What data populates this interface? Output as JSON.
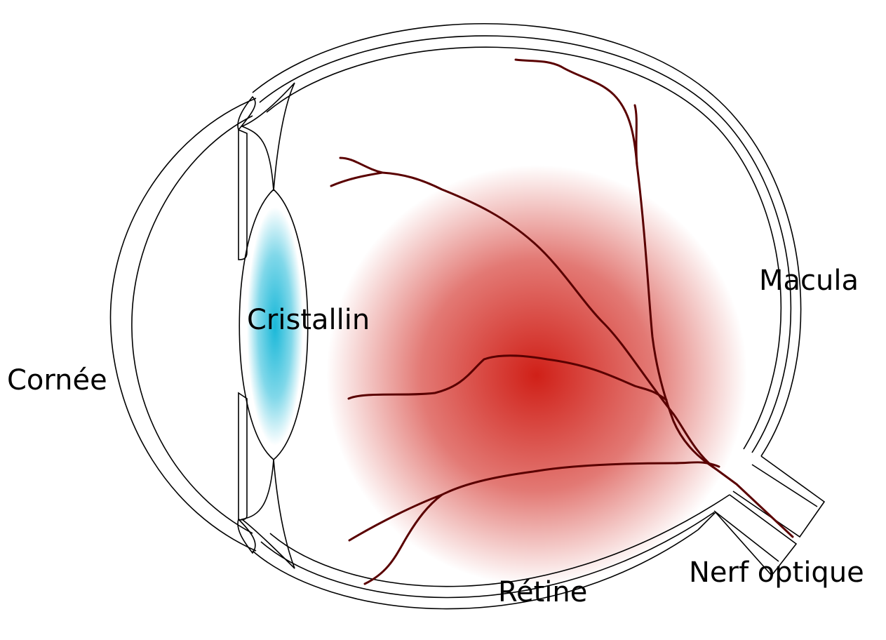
{
  "labels": {
    "cornea": "Cornée",
    "lens": "Cristallin",
    "macula": "Macula",
    "retina": "Rétine",
    "optic_nerve": "Nerf optique"
  },
  "colors": {
    "background": "#ffffff",
    "outline": "#000000",
    "vessels": "#5a0000",
    "retina_glow": "#d02018",
    "lens_glow": "#1ab8d8",
    "text": "#000000"
  }
}
